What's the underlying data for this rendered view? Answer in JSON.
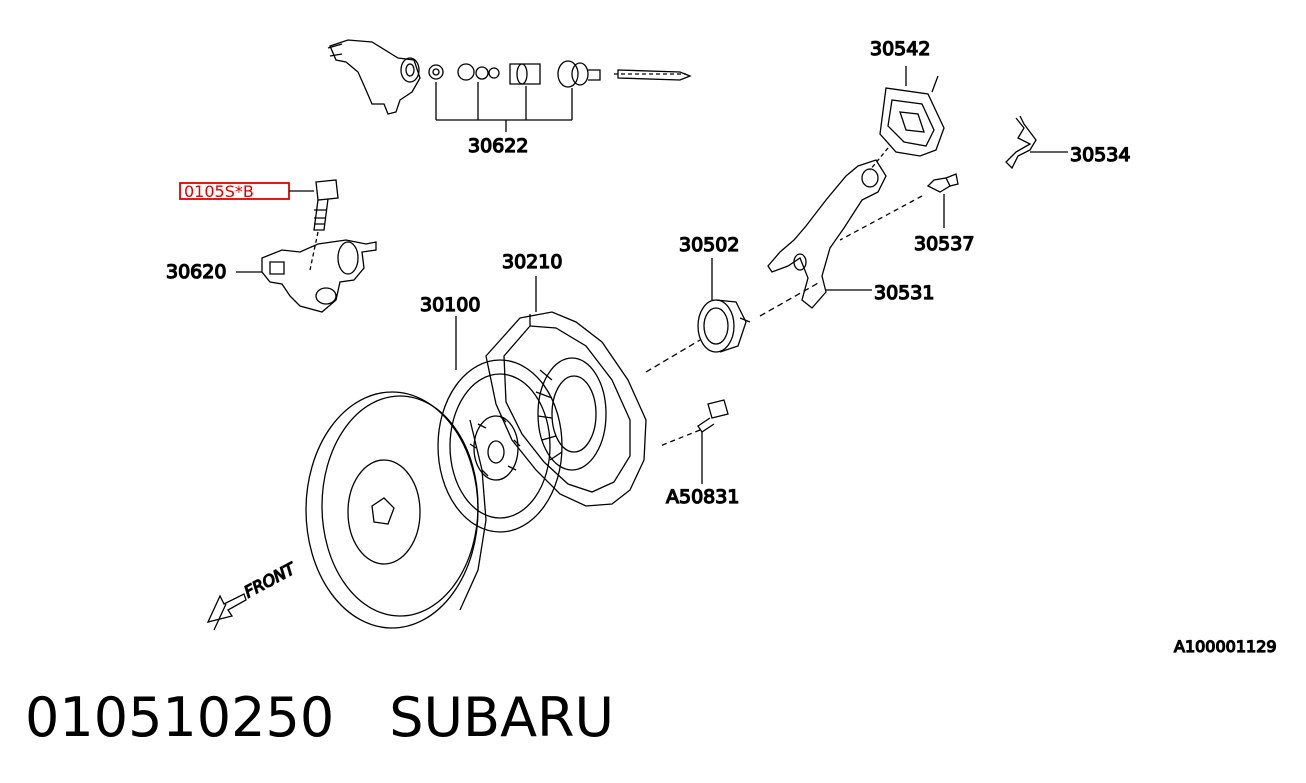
{
  "diagram": {
    "labels": {
      "p30622": "30622",
      "p30620": "30620",
      "p30542": "30542",
      "p30534": "30534",
      "p30537": "30537",
      "p30531": "30531",
      "p30502": "30502",
      "p30210": "30210",
      "p30100": "30100",
      "pA50831": "A50831",
      "highlighted": "0105S*B"
    },
    "direction_text": "FRONT",
    "ref_code": "A100001129",
    "highlight_color": "#e00000"
  },
  "footer": {
    "part_number": "010510250",
    "brand": "SUBARU"
  }
}
